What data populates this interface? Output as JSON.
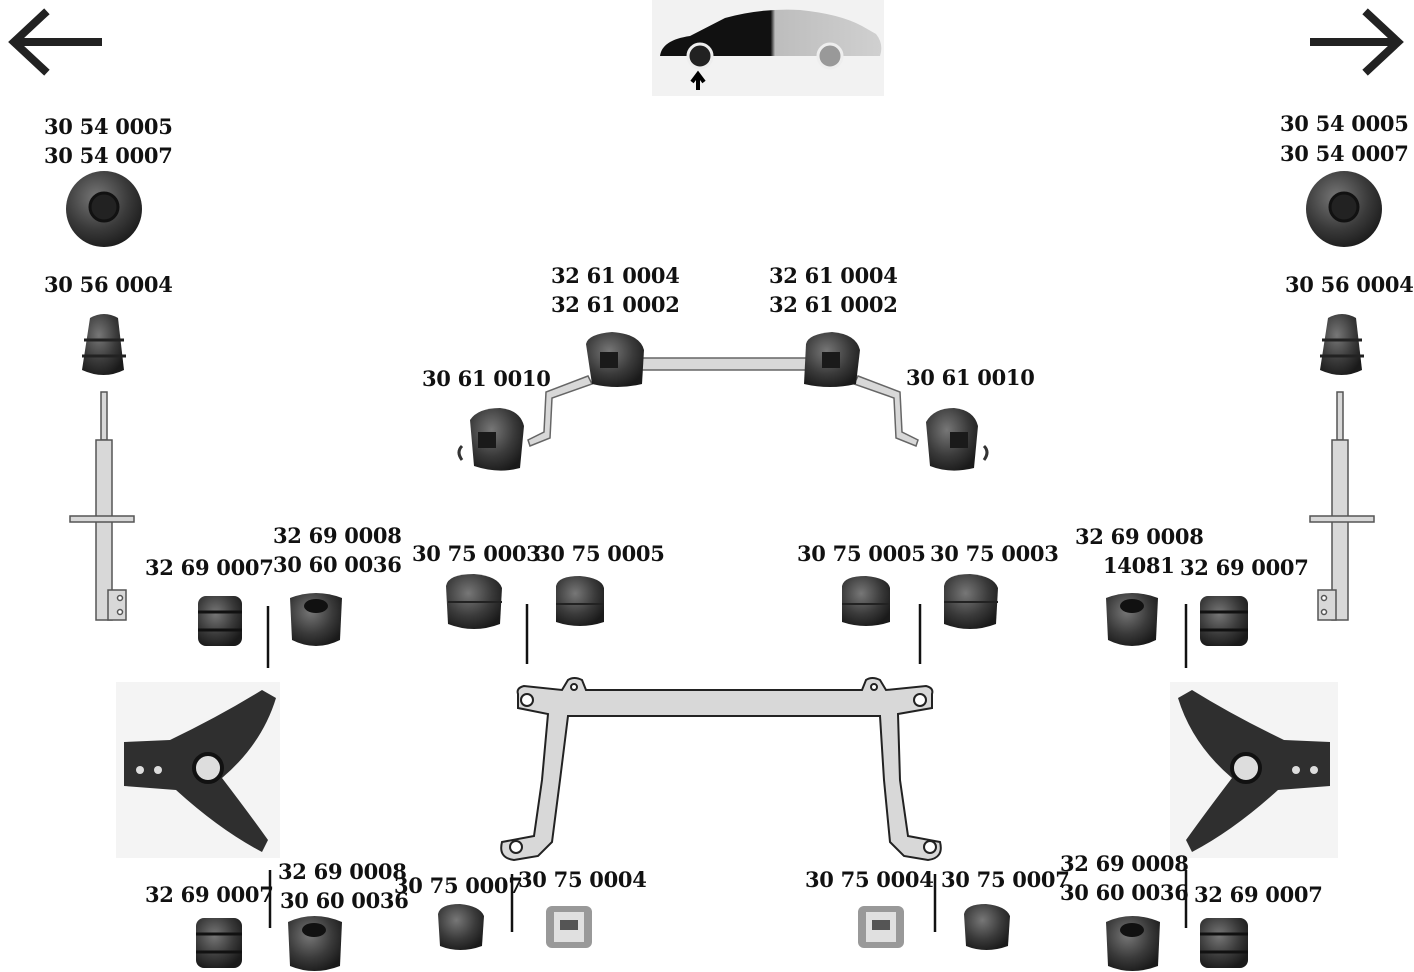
{
  "nav": {
    "prev": "arrow-left-icon",
    "next": "arrow-right-icon"
  },
  "colors": {
    "part": "#3c3c3c",
    "part_dark": "#1e1e1e",
    "metal": "#d8d8d8",
    "outline": "#555555",
    "text": "#111111"
  },
  "strut_mount": {
    "left_1": "30 54 0005",
    "left_2": "30 54 0007",
    "right_1": "30 54 0005",
    "right_2": "30 54 0007"
  },
  "bump_stop": {
    "left": "30 56 0004",
    "right": "30 56 0004"
  },
  "stabilizer": {
    "center_left_1": "32 61 0004",
    "center_left_2": "32 61 0002",
    "center_right_1": "32 61 0004",
    "center_right_2": "32 61 0002",
    "end_left": "30 61 0010",
    "end_right": "30 61 0010"
  },
  "arm_upper_left": {
    "a": "32 69 0007",
    "b1": "32 69 0008",
    "b2": "30 60 0036"
  },
  "arm_upper_right": {
    "a1": "32 69 0008",
    "a2": "14081",
    "b": "32 69 0007"
  },
  "subframe_upper_left": {
    "a": "30 75 0003",
    "b": "30 75 0005"
  },
  "subframe_upper_right": {
    "a": "30 75 0005",
    "b": "30 75 0003"
  },
  "arm_lower_left": {
    "a": "32 69 0007",
    "b1": "32 69 0008",
    "b2": "30 60 0036"
  },
  "subframe_lower_left": {
    "a": "30 75 0007",
    "b": "30 75 0004"
  },
  "subframe_lower_right": {
    "a": "30 75 0004",
    "b": "30 75 0007"
  },
  "arm_lower_right": {
    "a1": "32 69 0008",
    "a2": "30 60 0036",
    "b": "32 69 0007"
  }
}
